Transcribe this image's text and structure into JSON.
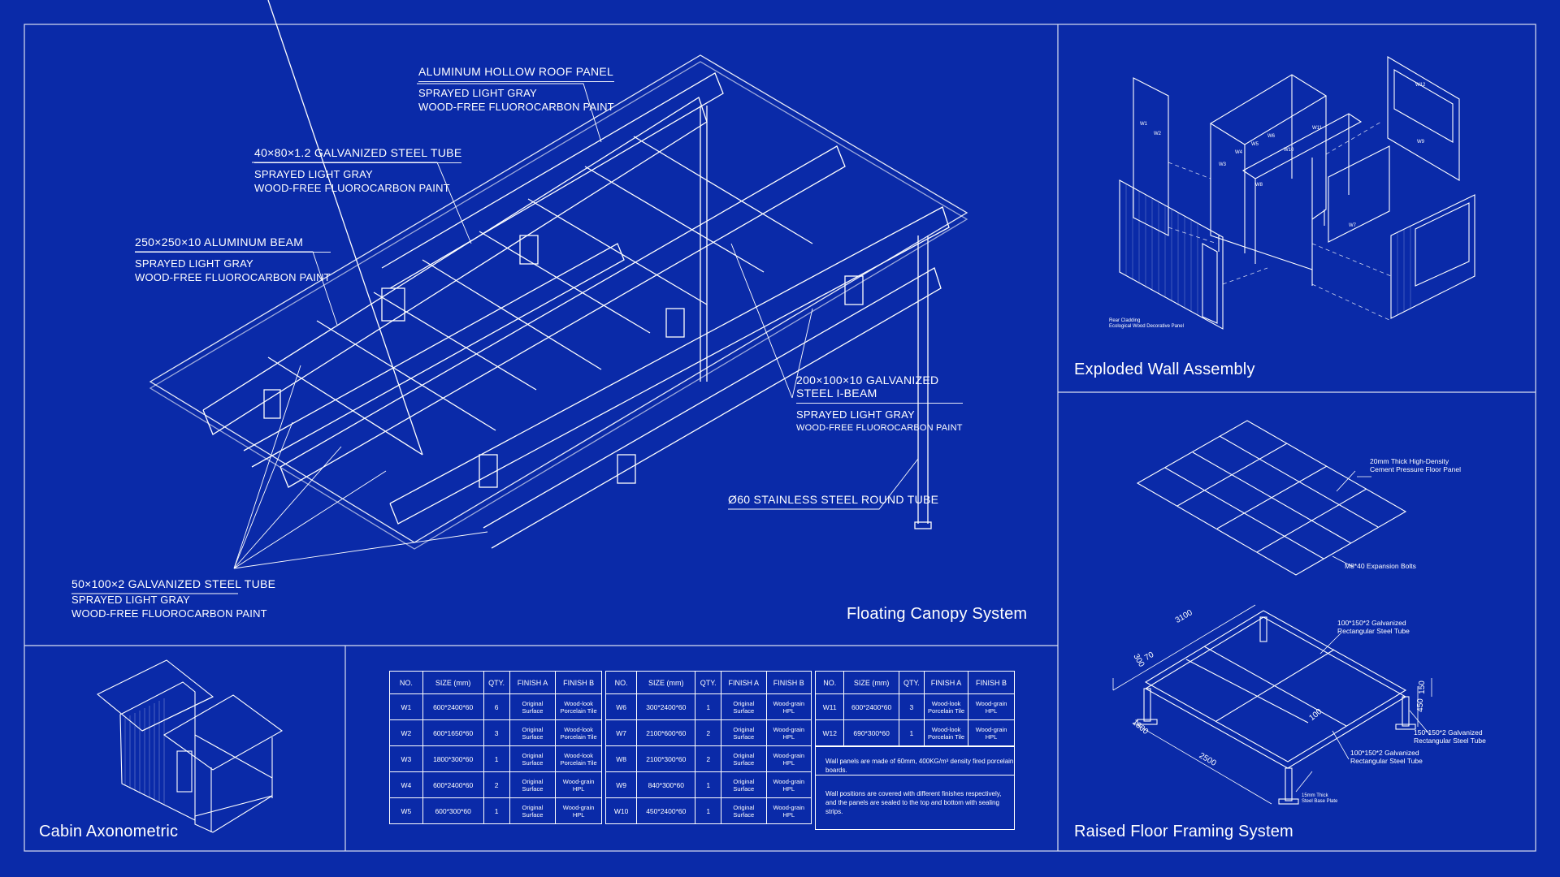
{
  "panels": {
    "canopy_title": "Floating Canopy System",
    "wall_title": "Exploded Wall Assembly",
    "cabin_title": "Cabin Axonometric",
    "floor_title": "Raised Floor Framing System"
  },
  "canopy_callouts": {
    "roof_panel": {
      "head": "ALUMINUM HOLLOW ROOF PANEL",
      "line1": "SPRAYED LIGHT GRAY",
      "line2": "WOOD-FREE FLUOROCARBON PAINT"
    },
    "steel_tube_40": {
      "head": "40×80×1.2 GALVANIZED STEEL TUBE",
      "line1": "SPRAYED LIGHT GRAY",
      "line2": "WOOD-FREE FLUOROCARBON PAINT"
    },
    "aluminum_beam": {
      "head": "250×250×10  ALUMINUM BEAM",
      "line1": "SPRAYED LIGHT GRAY",
      "line2": "WOOD-FREE FLUOROCARBON PAINT"
    },
    "i_beam": {
      "head1": "200×100×10 GALVANIZED",
      "head2": "STEEL I-BEAM",
      "line1": "SPRAYED LIGHT GRAY",
      "line2": "WOOD-FREE FLUOROCARBON PAINT"
    },
    "round_tube": {
      "head": "Ø60 STAINLESS STEEL ROUND TUBE"
    },
    "steel_tube_50": {
      "head": "50×100×2  GALVANIZED STEEL TUBE",
      "line1": "SPRAYED LIGHT GRAY",
      "line2": "WOOD-FREE FLUOROCARBON PAINT"
    }
  },
  "wall_labels": {
    "cladding_1": "Rear Cladding",
    "cladding_2": "Ecological Wood Decorative Panel",
    "panels": [
      "W1",
      "W2",
      "W3",
      "W4",
      "W5",
      "W6",
      "W7",
      "W8",
      "W9",
      "W10",
      "W11",
      "W12"
    ]
  },
  "floor_labels": {
    "floor_panel_1": "20mm Thick High-Density",
    "floor_panel_2": "Cement Pressure Floor Panel",
    "bolts": "M8*40 Expansion Bolts",
    "tube_100_a1": "100*150*2 Galvanized",
    "tube_100_a2": "Rectangular Steel Tube",
    "tube_150_1": "150*150*2 Galvanized",
    "tube_150_2": "Rectangular Steel Tube",
    "tube_100_b1": "100*150*2 Galvanized",
    "tube_100_b2": "Rectangular Steel Tube",
    "base_plate_1": "15mm Thick",
    "base_plate_2": "Steel Base Plate",
    "dims": {
      "d3100": "3100",
      "d2500": "2500",
      "d1300": "1300",
      "d300": "300",
      "d70": "70",
      "d150": "150",
      "d450": "450",
      "d100": "100"
    }
  },
  "schedule": {
    "headers": [
      "NO.",
      "SIZE (mm)",
      "QTY.",
      "FINISH A",
      "FINISH B"
    ],
    "table1": [
      [
        "W1",
        "600*2400*60",
        "6",
        "Original Surface",
        "Wood-look Porcelain Tile"
      ],
      [
        "W2",
        "600*1650*60",
        "3",
        "Original Surface",
        "Wood-look Porcelain Tile"
      ],
      [
        "W3",
        "1800*300*60",
        "1",
        "Original Surface",
        "Wood-look Porcelain Tile"
      ],
      [
        "W4",
        "600*2400*60",
        "2",
        "Original Surface",
        "Wood-grain HPL"
      ],
      [
        "W5",
        "600*300*60",
        "1",
        "Original Surface",
        "Wood-grain HPL"
      ]
    ],
    "table2": [
      [
        "W6",
        "300*2400*60",
        "1",
        "Original Surface",
        "Wood-grain HPL"
      ],
      [
        "W7",
        "2100*600*60",
        "2",
        "Original Surface",
        "Wood-grain HPL"
      ],
      [
        "W8",
        "2100*300*60",
        "2",
        "Original Surface",
        "Wood-grain HPL"
      ],
      [
        "W9",
        "840*300*60",
        "1",
        "Original Surface",
        "Wood-grain HPL"
      ],
      [
        "W10",
        "450*2400*60",
        "1",
        "Original Surface",
        "Wood-grain HPL"
      ]
    ],
    "table3": [
      [
        "W11",
        "600*2400*60",
        "3",
        "Wood-look Porcelain Tile",
        "Wood-grain HPL"
      ],
      [
        "W12",
        "690*300*60",
        "1",
        "Wood-look Porcelain Tile",
        "Wood-grain HPL"
      ]
    ],
    "note1": "Wall panels are made of 60mm, 400KG/m³ density fired porcelain boards.",
    "note2a": "Wall positions are covered with different finishes respectively,",
    "note2b": "and the panels are sealed to the top and bottom with sealing strips."
  },
  "colors": {
    "background": "#0a2aa8",
    "line": "#ffffff"
  }
}
